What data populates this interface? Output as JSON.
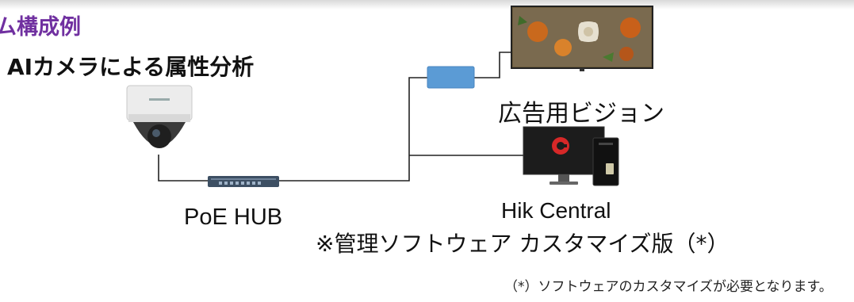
{
  "title": "ム構成例",
  "subtitle": "AIカメラによる属性分析",
  "labels": {
    "poe_hub": "PoE HUB",
    "signage": "広告用ビジョン",
    "software": "Hik Central",
    "software_note": "※管理ソフトウェア カスタマイズ版（*）"
  },
  "footnote": "（*）ソフトウェアのカスタマイズが必要となります。",
  "colors": {
    "title": "#7030a0",
    "player_box": "#5b9bd5",
    "line": "#222222"
  },
  "icons": {
    "camera": "dome-camera-icon",
    "hub": "network-switch-icon",
    "player": "media-player-box-icon",
    "display": "display-screen-icon",
    "workstation": "workstation-icon",
    "app_logo": "hikcentral-logo-icon"
  }
}
